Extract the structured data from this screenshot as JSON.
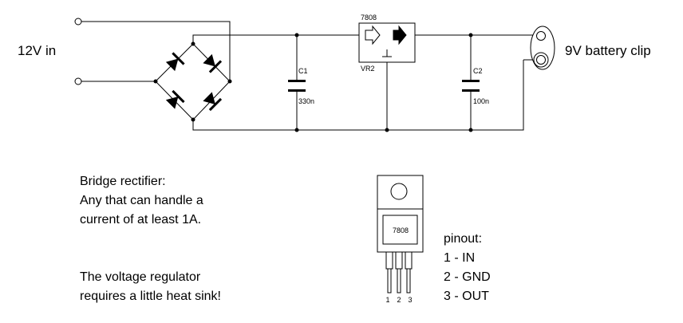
{
  "labels": {
    "input": "12V in",
    "output": "9V battery clip",
    "regulator_part": "7808",
    "regulator_ref": "VR2",
    "c1_ref": "C1",
    "c1_value": "330n",
    "c2_ref": "C2",
    "c2_value": "100n",
    "package_part": "7808"
  },
  "notes": {
    "rectifier_lines": [
      "Bridge rectifier:",
      "Any that can handle a",
      "current of at least 1A."
    ],
    "heatsink_lines": [
      "The voltage regulator",
      "requires a little heat sink!"
    ]
  },
  "pinout": {
    "title": "pinout:",
    "pins": [
      "1 - IN",
      "2 - GND",
      "3 - OUT"
    ],
    "pin_numbers": [
      "1",
      "2",
      "3"
    ]
  }
}
